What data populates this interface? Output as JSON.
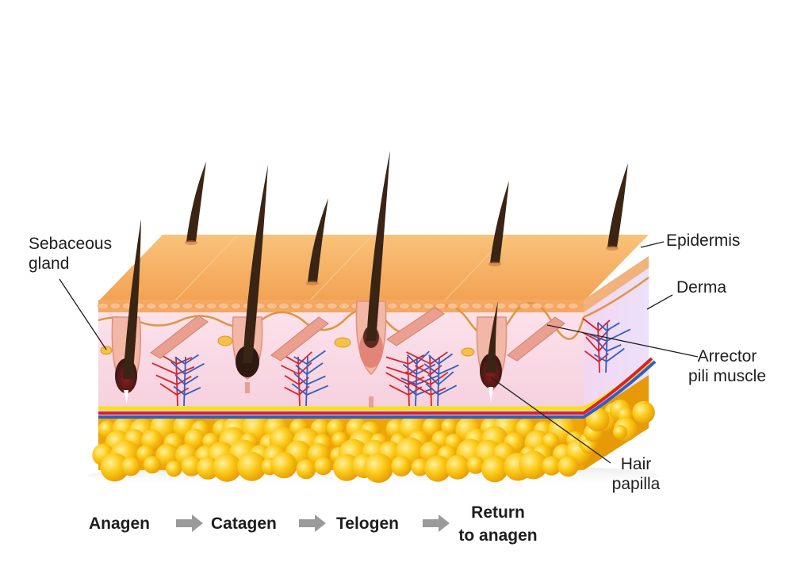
{
  "labels": {
    "sebaceous_gland": [
      "Sebaceous",
      "gland"
    ],
    "epidermis": "Epidermis",
    "derma": "Derma",
    "arrector_pili_muscle": [
      "Arrector",
      "pili muscle"
    ],
    "hair_papilla": [
      "Hair",
      "papilla"
    ]
  },
  "cycle": {
    "stages": [
      {
        "name": "anagen",
        "lines": [
          "Anagen"
        ]
      },
      {
        "name": "catagen",
        "lines": [
          "Catagen"
        ]
      },
      {
        "name": "telogen",
        "lines": [
          "Telogen"
        ]
      },
      {
        "name": "return-to-anagen",
        "lines": [
          "Return",
          "to anagen"
        ]
      }
    ]
  },
  "colors": {
    "epidermis_top": "#f6b15f",
    "epidermis_front": "#f19a58",
    "derma": "#f9d8e4",
    "fat": "#f7c20a",
    "hair": "#3a2414",
    "artery": "#d8232a",
    "vein": "#2f5fc4",
    "nerve": "#f5e11a",
    "muscle": "#e9a090",
    "arrow": "#9a9a9a"
  }
}
